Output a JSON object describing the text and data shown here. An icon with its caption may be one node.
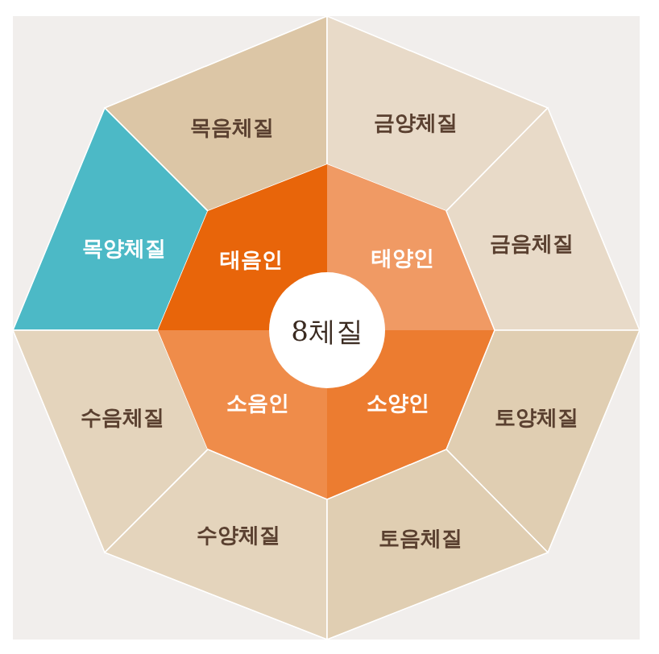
{
  "diagram": {
    "nodes": [
      {
        "text": [
          "목음체질"
        ]
      },
      {
        "text": [
          "금양체질"
        ]
      },
      {
        "text": [
          "목양체질"
        ]
      },
      {
        "text": [
          "태음인"
        ]
      },
      {
        "text": [
          "태양인"
        ]
      },
      {
        "text": [
          "금음체질"
        ]
      },
      {
        "text": [
          "8체질"
        ]
      },
      {
        "text": [
          "수음체질"
        ]
      },
      {
        "text": [
          "소음인"
        ]
      },
      {
        "text": [
          "소양인"
        ]
      },
      {
        "text": [
          "토양체질"
        ]
      },
      {
        "text": [
          "수양체질"
        ]
      },
      {
        "text": [
          "토음체질"
        ]
      }
    ]
  }
}
